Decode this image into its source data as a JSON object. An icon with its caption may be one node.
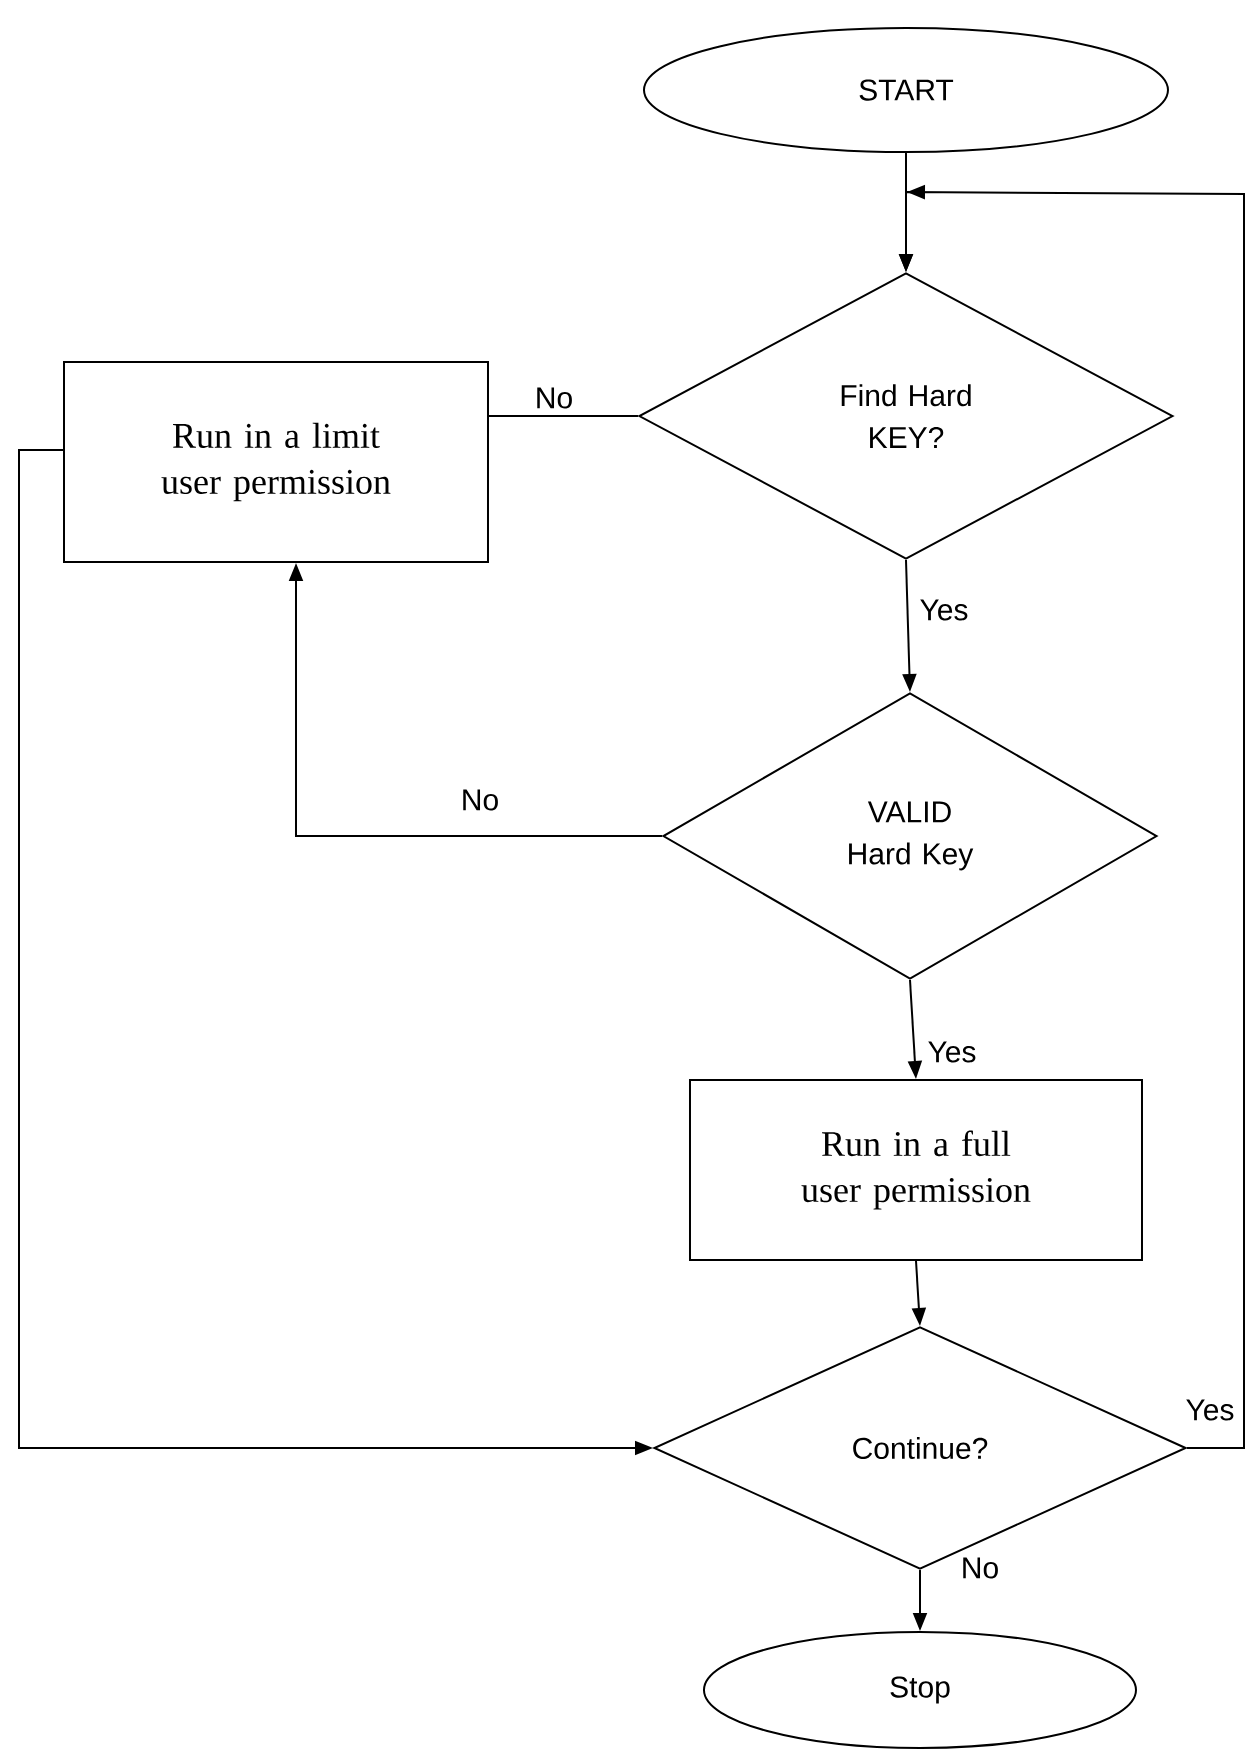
{
  "diagram": {
    "nodes": [
      {
        "text": [
          "START"
        ]
      },
      {
        "text": [
          "Find Hard KEY?"
        ]
      },
      {
        "text": [
          "Run in a limit user permission"
        ]
      },
      {
        "text": [
          "VALID Hard Key"
        ]
      },
      {
        "text": [
          "Run in a full user permission"
        ]
      },
      {
        "text": [
          "Continue?"
        ]
      },
      {
        "text": [
          "Stop"
        ]
      }
    ],
    "edges": [
      {
        "from": 0,
        "to": 1,
        "arrow": "to"
      },
      {
        "from": 1,
        "to": 2,
        "arrow": "none",
        "label": "No"
      },
      {
        "from": 1,
        "to": 3,
        "arrow": "to",
        "label": "Yes"
      },
      {
        "from": 3,
        "to": 2,
        "arrow": "to",
        "label": "No"
      },
      {
        "from": 3,
        "to": 4,
        "arrow": "to",
        "label": "Yes"
      },
      {
        "from": 2,
        "to": 5,
        "arrow": "to"
      },
      {
        "from": 4,
        "to": 5,
        "arrow": "to"
      },
      {
        "from": 5,
        "to": 6,
        "arrow": "to",
        "label": "No"
      },
      {
        "from": 5,
        "to": 1,
        "arrow": "to",
        "label": "Yes"
      }
    ]
  }
}
